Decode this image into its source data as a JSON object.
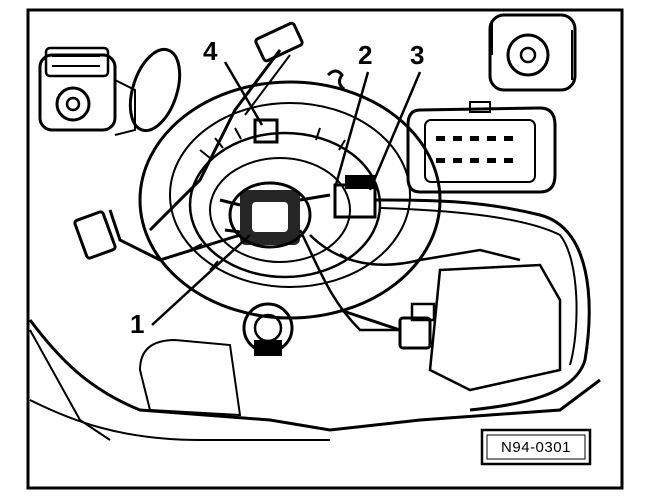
{
  "diagram": {
    "callouts": [
      {
        "id": "1",
        "label": "1"
      },
      {
        "id": "2",
        "label": "2"
      },
      {
        "id": "3",
        "label": "3"
      },
      {
        "id": "4",
        "label": "4"
      }
    ],
    "reference_code": "N94-0301"
  },
  "colors": {
    "line": "#000000",
    "background": "#ffffff"
  }
}
